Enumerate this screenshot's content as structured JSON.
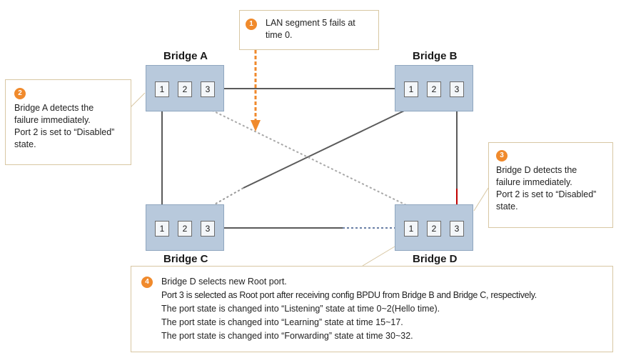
{
  "bridges": {
    "a": {
      "title": "Bridge A",
      "ports": [
        "1",
        "2",
        "3"
      ]
    },
    "b": {
      "title": "Bridge B",
      "ports": [
        "1",
        "2",
        "3"
      ]
    },
    "c": {
      "title": "Bridge C",
      "ports": [
        "1",
        "2",
        "3"
      ]
    },
    "d": {
      "title": "Bridge D",
      "ports": [
        "1",
        "2",
        "3"
      ]
    }
  },
  "callouts": {
    "c1": {
      "badge": "1",
      "lines": [
        "LAN segment 5 fails at",
        "time 0."
      ]
    },
    "c2": {
      "badge": "2",
      "lines": [
        "Bridge A detects the",
        "failure immediately.",
        "Port 2 is set to “Disabled”",
        "state."
      ]
    },
    "c3": {
      "badge": "3",
      "lines": [
        "Bridge D detects the",
        "failure immediately.",
        "Port 2 is set to “Disabled”",
        "state."
      ]
    },
    "c4": {
      "badge": "4",
      "lines": [
        "Bridge D selects new Root port.",
        "Port 3 is selected as Root port after receiving config BPDU from Bridge B and Bridge C, respectively.",
        "The port state is changed into “Listening” state at time 0~2(Hello time).",
        "The port state is changed into “Learning” state at time 15~17.",
        "The port state is changed into “Forwarding” state at time 30~32."
      ]
    }
  },
  "colors": {
    "bridge_fill": "#b8c9dc",
    "link": "#5a5a5a",
    "failed_link": "#a8a8a8",
    "root_path": "#c00000",
    "badge": "#f08a2c",
    "failure_arrow": "#f08a2c",
    "callout_border": "#d8c7a3"
  }
}
